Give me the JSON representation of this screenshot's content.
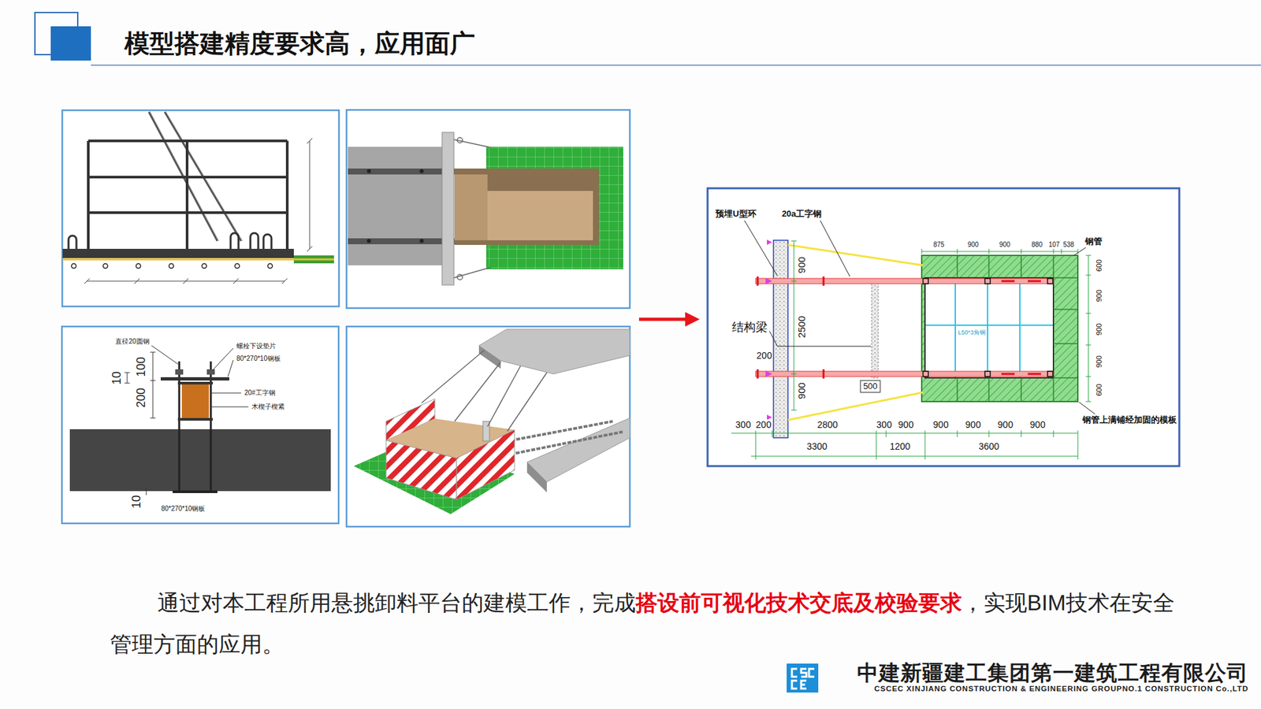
{
  "diagram": {
    "title": "模型搭建精度要求高，应用面广",
    "labels": [
      "直径20圆钢",
      "螺栓下设垫片",
      "80*270*10钢板",
      "20#工字钢",
      "木楔子楔紧",
      "80*270*10钢板",
      "10",
      "100",
      "200",
      "10",
      "预埋U型环",
      "20a工字钢",
      "钢管",
      "结构梁",
      "钢管上满铺经加固的模板",
      "L50*3角钢",
      "875",
      "900",
      "900",
      "880",
      "107",
      "538",
      "900",
      "2500",
      "900",
      "200",
      "500",
      "300",
      "200",
      "2800",
      "300",
      "900",
      "900",
      "900",
      "900",
      "900",
      "3300",
      "1200",
      "3600",
      "600",
      "900",
      "900",
      "900",
      "600",
      "通过对本工程所用悬挑卸料平台的建模工作，完成",
      "搭设前可视化技术交底及校验要求",
      "，实现BIM技术在安全管理方面的应用。",
      "中建新疆建工集团第一建筑工程有限公司",
      "CSCEC XINJIANG CONSTRUCTION & ENGINEERING GROUPNO.1 CONSTRUCTION Co.,LTD"
    ]
  }
}
